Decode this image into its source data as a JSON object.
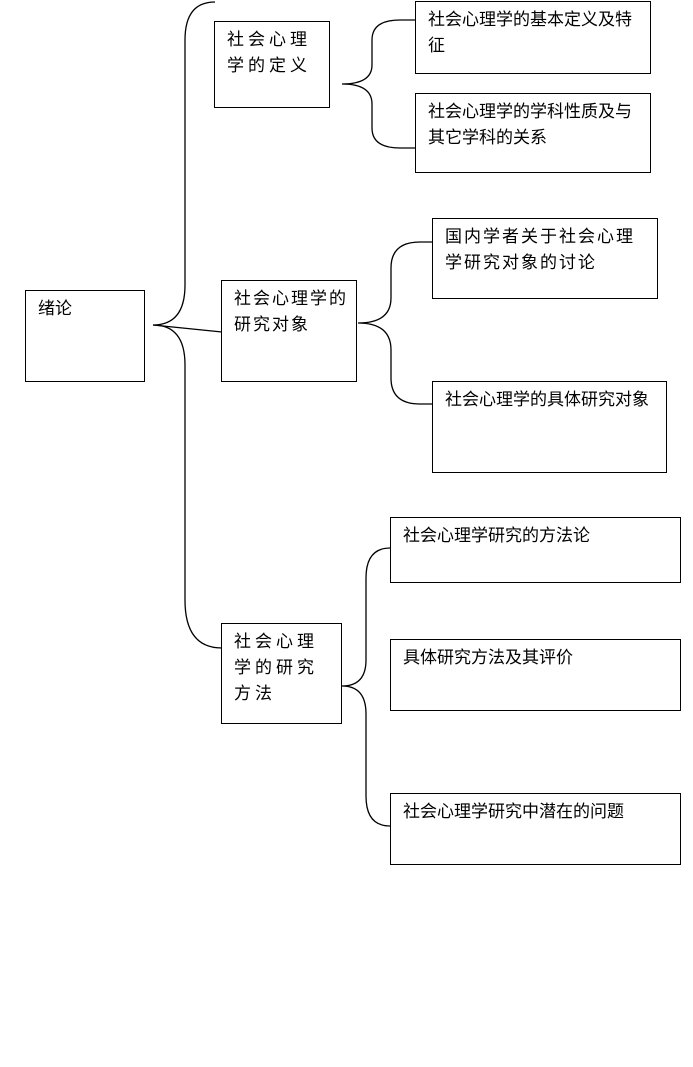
{
  "colors": {
    "line": "#000000",
    "box_border": "#000000",
    "background": "#ffffff"
  },
  "root": {
    "label": "绪论"
  },
  "branches": [
    {
      "label": "社会心理学的定义",
      "children": [
        "社会心理学的基本定义及特征",
        "社会心理学的学科性质及与其它学科的关系"
      ]
    },
    {
      "label": "社会心理学的研究对象",
      "children": [
        "国内学者关于社会心理学研究对象的讨论",
        "社会心理学的具体研究对象"
      ]
    },
    {
      "label": "社会心理学的研究方法",
      "children": [
        "社会心理学研究的方法论",
        "具体研究方法及其评价",
        "社会心理学研究中潜在的问题"
      ]
    }
  ]
}
